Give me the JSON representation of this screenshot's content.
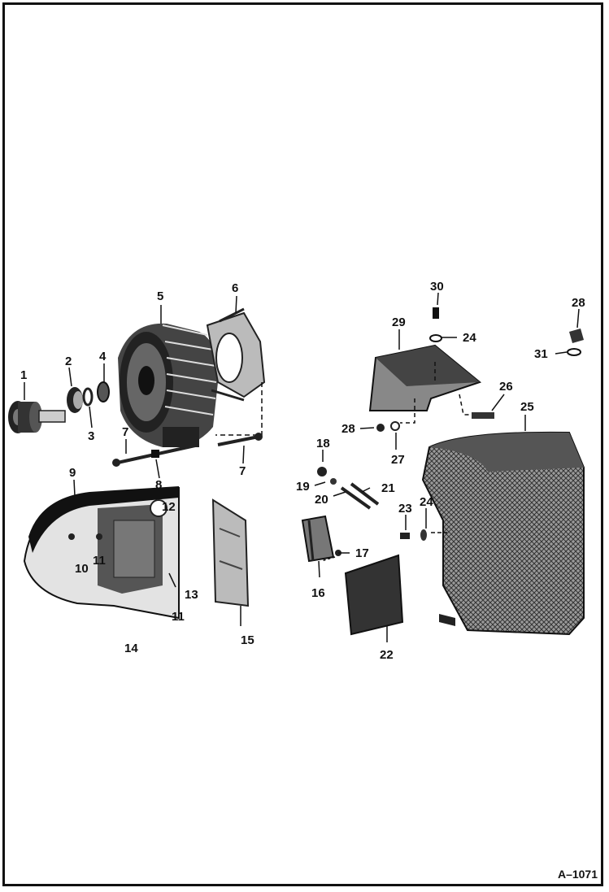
{
  "figure_ref": "A–1071",
  "callouts": [
    "1",
    "2",
    "3",
    "4",
    "5",
    "6",
    "7",
    "7",
    "8",
    "9",
    "10",
    "11",
    "11",
    "12",
    "13",
    "14",
    "15",
    "16",
    "17",
    "18",
    "19",
    "20",
    "21",
    "22",
    "23",
    "24",
    "24",
    "25",
    "26",
    "27",
    "28",
    "28",
    "29",
    "30",
    "31"
  ],
  "colors": {
    "ink": "#111111",
    "paper": "#ffffff",
    "shade": "#8a8a8a"
  }
}
